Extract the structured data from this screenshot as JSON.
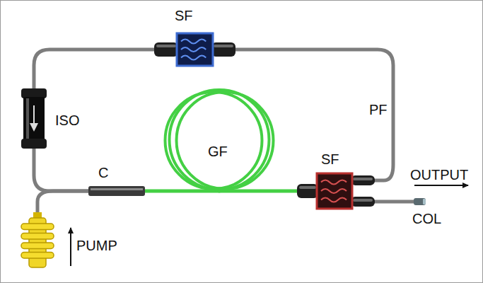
{
  "diagram": {
    "nodes": [
      {
        "text": [
          "SF"
        ]
      },
      {
        "text": [
          "ISO"
        ]
      },
      {
        "text": [
          "C"
        ]
      },
      {
        "text": [
          "GF"
        ]
      },
      {
        "text": [
          "SF"
        ]
      },
      {
        "text": [
          "PUMP"
        ]
      },
      {
        "text": [
          "COL"
        ]
      }
    ],
    "edges": [
      {
        "from": 0,
        "to": 1,
        "arrow": "none"
      },
      {
        "from": 1,
        "to": 2,
        "arrow": "none"
      },
      {
        "from": 5,
        "to": 2,
        "arrow": "none"
      },
      {
        "from": 2,
        "to": 3,
        "arrow": "none"
      },
      {
        "from": 3,
        "to": 4,
        "arrow": "none"
      },
      {
        "from": 4,
        "to": 0,
        "label": "PF",
        "arrow": "none"
      },
      {
        "from": 4,
        "to": 6,
        "arrow": "none"
      }
    ],
    "labels": [
      "OUTPUT"
    ]
  }
}
